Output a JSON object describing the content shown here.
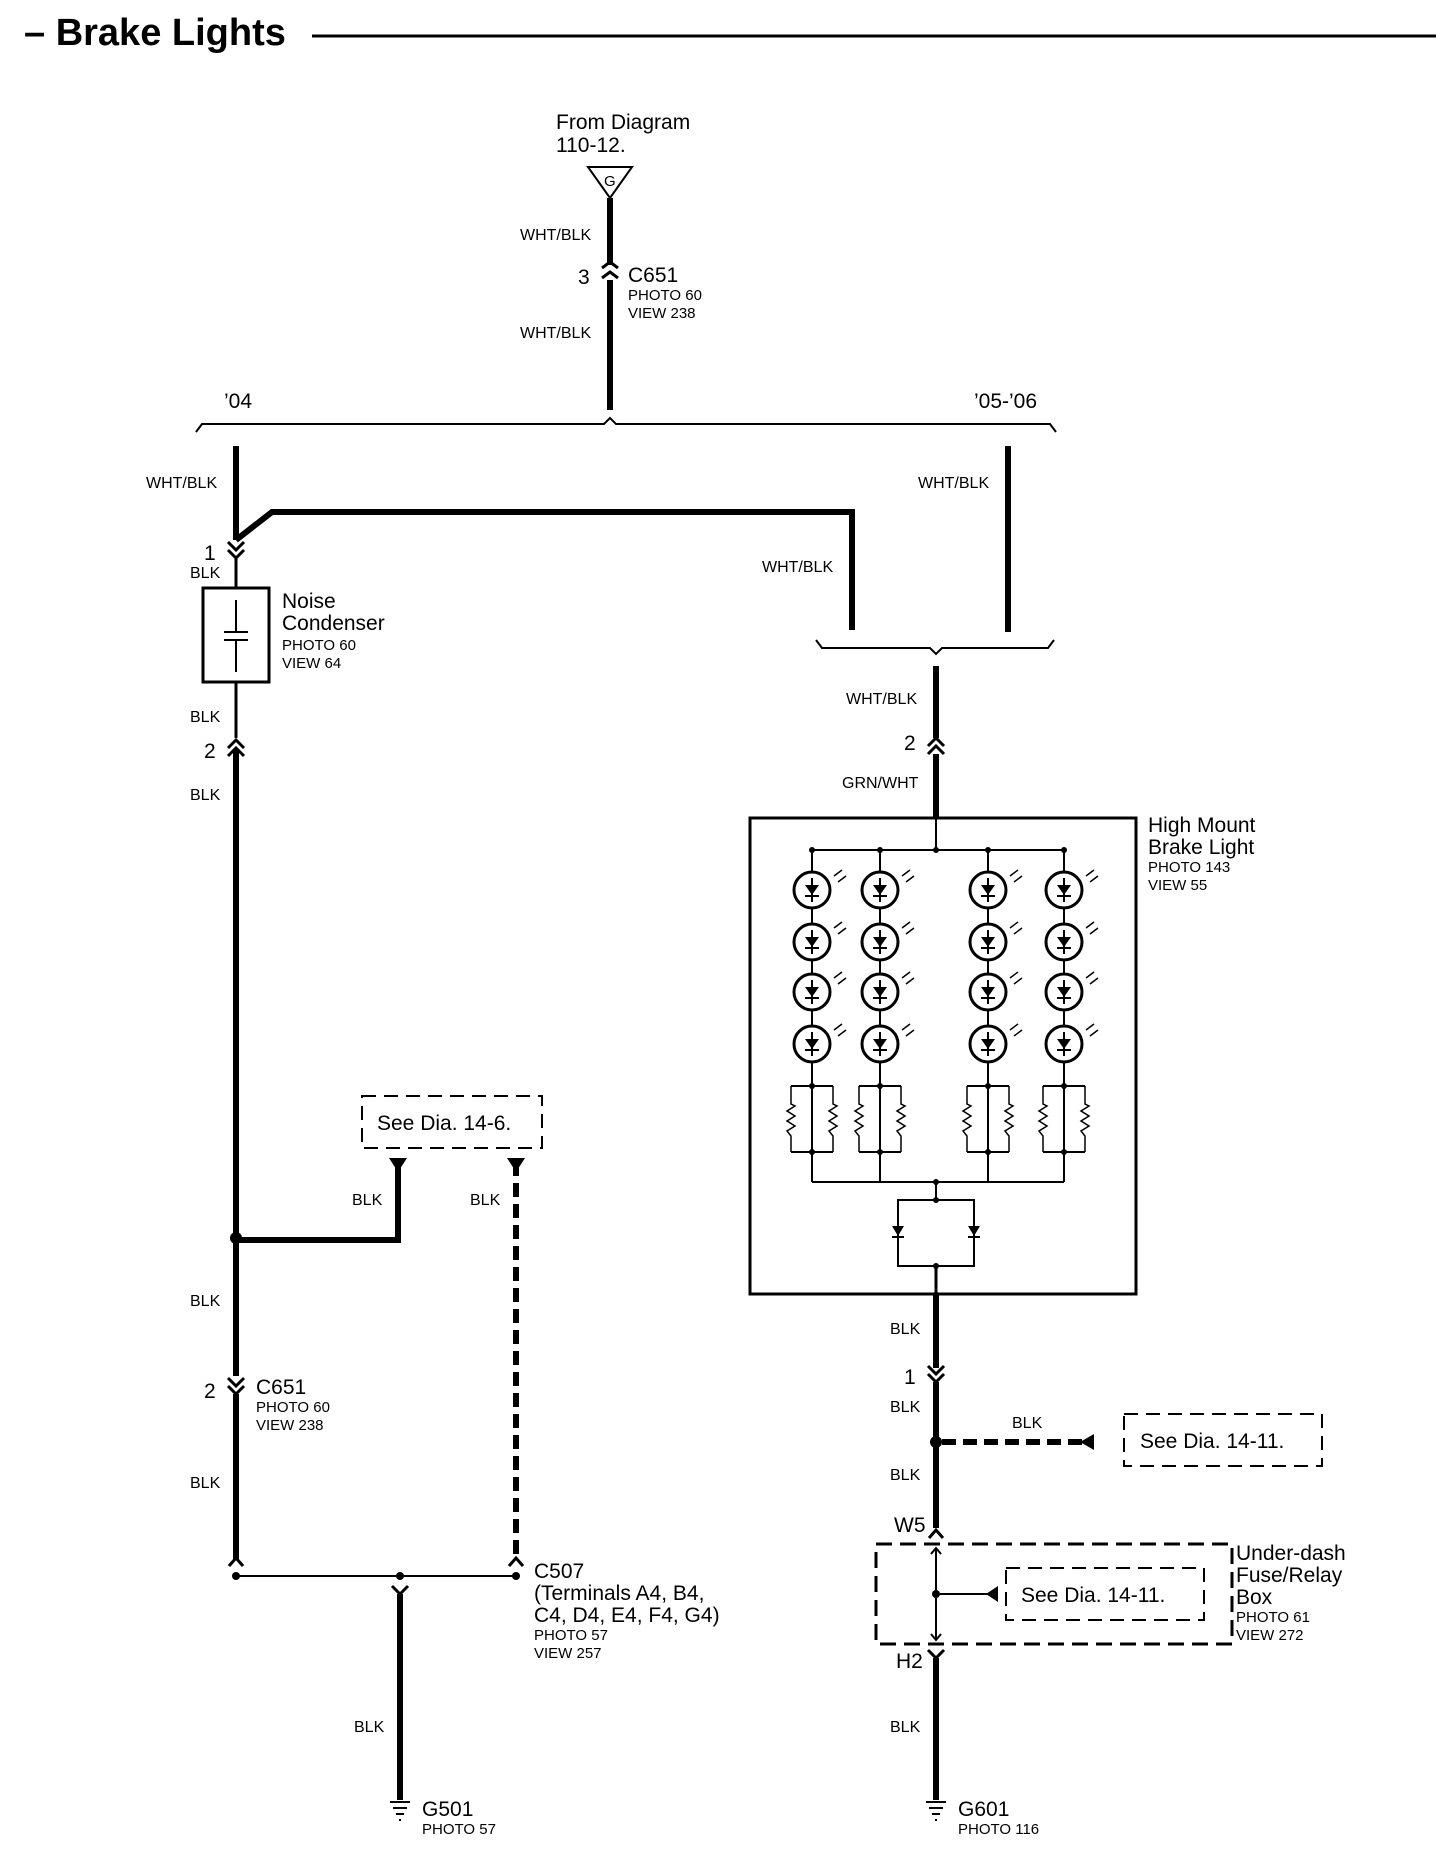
{
  "title": "– Brake Lights",
  "source": {
    "line1": "From Diagram",
    "line2": "110-12.",
    "symbol": "G"
  },
  "connector_top": {
    "pin": "3",
    "name": "C651",
    "photo": "PHOTO 60",
    "view": "VIEW 238"
  },
  "year_04": "’04",
  "year_0506": "’05-’06",
  "wire_labels": {
    "wht_blk": "WHT/BLK",
    "blk": "BLK",
    "grn_wht": "GRN/WHT"
  },
  "noise_condenser": {
    "pin_in": "1",
    "pin_out": "2",
    "line1": "Noise",
    "line2": "Condenser",
    "photo": "PHOTO 60",
    "view": "VIEW 64"
  },
  "c651_lower": {
    "pin": "2",
    "name": "C651",
    "photo": "PHOTO 60",
    "view": "VIEW 238"
  },
  "see_dia_146": "See Dia. 14-6.",
  "c507": {
    "name": "C507",
    "line1": "(Terminals A4, B4,",
    "line2": "C4, D4, E4, F4, G4)",
    "photo": "PHOTO 57",
    "view": "VIEW 257"
  },
  "g501": {
    "name": "G501",
    "photo": "PHOTO 57"
  },
  "high_mount": {
    "pin_in": "2",
    "pin_out": "1",
    "line1": "High Mount",
    "line2": "Brake Light",
    "photo": "PHOTO 143",
    "view": "VIEW 55"
  },
  "see_dia_1411_a": "See Dia. 14-11.",
  "fuse_box": {
    "pin_in": "W5",
    "pin_out": "H2",
    "line1": "Under-dash",
    "line2": "Fuse/Relay",
    "line3": "Box",
    "photo": "PHOTO 61",
    "view": "VIEW 272"
  },
  "see_dia_1411_b": "See Dia. 14-11.",
  "g601": {
    "name": "G601",
    "photo": "PHOTO 116"
  }
}
